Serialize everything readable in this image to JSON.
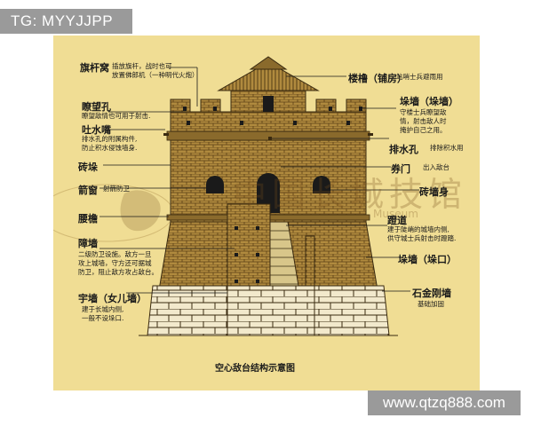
{
  "watermarks": {
    "top": "TG: MYYJJPP",
    "bottom": "www.qtzq888.com"
  },
  "museum_watermark": {
    "chinese": "中国长城技馆",
    "english": "Museum"
  },
  "caption": "空心敌台结构示意图",
  "labels": {
    "qiganku": {
      "title": "旗杆窝",
      "desc": [
        "插放旗杆，战时也可",
        "放置佛郎机（一种明代火炮）"
      ]
    },
    "leikong": {
      "title": "瞭望孔",
      "desc": [
        "瞭望敌情也可用于射击."
      ]
    },
    "tushuizui": {
      "title": "吐水嘴",
      "desc": [
        "排水孔的附属构件,",
        "防止积水侵蚀墙身."
      ]
    },
    "zhuanduo": {
      "title": "砖垛"
    },
    "jianchuang": {
      "title": "箭窗",
      "desc": [
        "射箭防卫"
      ]
    },
    "yaoyan": {
      "title": "腰檐"
    },
    "zhangqiang": {
      "title": "障墙",
      "desc": [
        "二级防卫设施。敌方一旦",
        "攻上城墙，守方还可据城",
        "防卫，阻止敌方攻占敌台。"
      ]
    },
    "yuqiang": {
      "title": "宇墙（女儿墙）",
      "desc": [
        "建于长城内侧,",
        "一般不设垛口."
      ]
    },
    "loulu": {
      "title": "楼橹（铺房）",
      "desc": [
        "站哨士兵避雨用"
      ]
    },
    "duoqiang_top": {
      "title": "垛墙（垛墙）",
      "desc": [
        "守楼士兵瞭望敌",
        "情，射击敌人时",
        "掩护自己之用。"
      ]
    },
    "paishuikong": {
      "title": "排水孔",
      "desc": [
        "排除积水用"
      ]
    },
    "quanmen": {
      "title": "券门",
      "desc": [
        "出入敌台"
      ]
    },
    "zhuanqiangshen": {
      "title": "砖墙身"
    },
    "dengdao": {
      "title": "蹬道",
      "desc": [
        "建于陡峭的城墙内侧,",
        "供守城士兵射击时蹬踏."
      ]
    },
    "duoqiang_bottom": {
      "title": "垛墙（垛口）"
    },
    "shijin": {
      "title": "石金刚墙",
      "desc": [
        "基础加固"
      ]
    }
  }
}
